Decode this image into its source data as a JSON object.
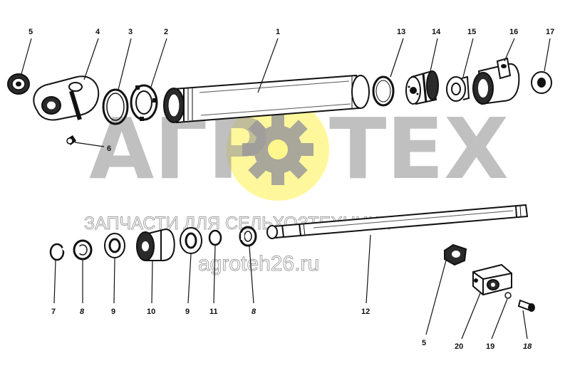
{
  "watermark": {
    "brand_left": "АГР",
    "brand_right": "ТЕХ",
    "subtitle": "ЗАПЧАСТИ ДЛЯ СЕЛЬХОЗТЕХНИКИ",
    "url": "agroteh26.ru",
    "colors": {
      "gear_circle": "#fff68a",
      "gear": "#9a9a9a",
      "text": "#9a9a9a"
    }
  },
  "callouts": {
    "c1": "1",
    "c2": "2",
    "c3": "3",
    "c4": "4",
    "c5a": "5",
    "c6": "6",
    "c13": "13",
    "c14": "14",
    "c15": "15",
    "c16": "16",
    "c17": "17",
    "c7": "7",
    "c8a": "8",
    "c9a": "9",
    "c10": "10",
    "c9b": "9",
    "c11": "11",
    "c8b": "8",
    "c12": "12",
    "c5b": "5",
    "c20": "20",
    "c19": "19",
    "c18": "18"
  }
}
